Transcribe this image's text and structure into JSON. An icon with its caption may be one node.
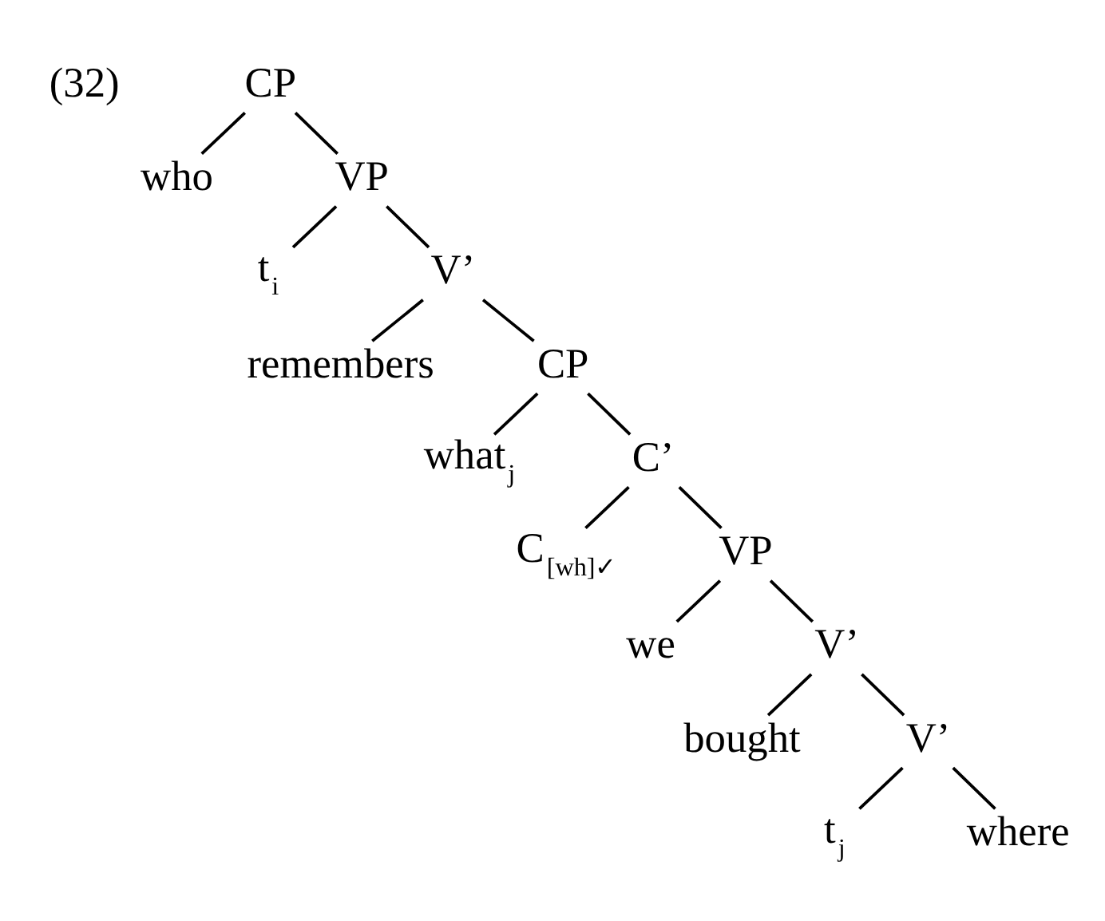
{
  "diagram": {
    "nodes": [
      {
        "text": [
          "CP"
        ]
      },
      {
        "text": [
          "who"
        ]
      },
      {
        "text": [
          "VP"
        ]
      },
      {
        "text": [
          "t$_{i}$"
        ]
      },
      {
        "text": [
          "V’"
        ]
      },
      {
        "text": [
          "remembers"
        ]
      },
      {
        "text": [
          "CP"
        ]
      },
      {
        "text": [
          "what$_{j}$"
        ]
      },
      {
        "text": [
          "C’"
        ]
      },
      {
        "text": [
          "C$_{[wh]✓}$"
        ]
      },
      {
        "text": [
          "VP"
        ]
      },
      {
        "text": [
          "we"
        ]
      },
      {
        "text": [
          "V’"
        ]
      },
      {
        "text": [
          "bought"
        ]
      },
      {
        "text": [
          "V’"
        ]
      },
      {
        "text": [
          "t$_{j}$"
        ]
      },
      {
        "text": [
          "where"
        ]
      }
    ],
    "edges": [
      {
        "from": 0,
        "to": 1,
        "arrow": "none"
      },
      {
        "from": 0,
        "to": 2,
        "arrow": "none"
      },
      {
        "from": 2,
        "to": 3,
        "arrow": "none"
      },
      {
        "from": 2,
        "to": 4,
        "arrow": "none"
      },
      {
        "from": 4,
        "to": 5,
        "arrow": "none"
      },
      {
        "from": 4,
        "to": 6,
        "arrow": "none"
      },
      {
        "from": 6,
        "to": 7,
        "arrow": "none"
      },
      {
        "from": 6,
        "to": 8,
        "arrow": "none"
      },
      {
        "from": 8,
        "to": 9,
        "arrow": "none"
      },
      {
        "from": 8,
        "to": 10,
        "arrow": "none"
      },
      {
        "from": 10,
        "to": 11,
        "arrow": "none"
      },
      {
        "from": 10,
        "to": 12,
        "arrow": "none"
      },
      {
        "from": 12,
        "to": 13,
        "arrow": "none"
      },
      {
        "from": 12,
        "to": 14,
        "arrow": "none"
      },
      {
        "from": 14,
        "to": 15,
        "arrow": "none"
      },
      {
        "from": 14,
        "to": 16,
        "arrow": "none"
      }
    ],
    "labels": [
      "(32)"
    ]
  }
}
